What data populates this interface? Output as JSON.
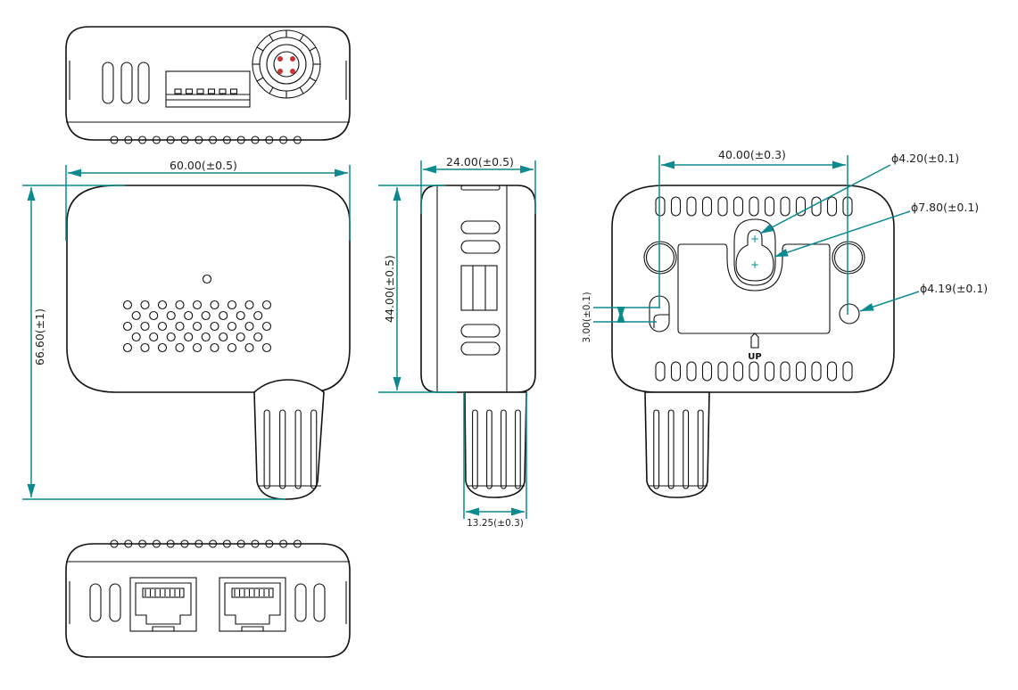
{
  "colors": {
    "dimension": "#0b8a8f",
    "outline": "#111111"
  },
  "dimensions": {
    "width": "60.00(±0.5)",
    "height": "66.60(±1)",
    "depth": "24.00(±0.5)",
    "body_height": "44.00(±0.5)",
    "probe_width": "13.25(±0.3)",
    "hole_spacing": "40.00(±0.3)",
    "keyhole_small": "ϕ4.20(±0.1)",
    "keyhole_large": "ϕ7.80(±0.1)",
    "mount_hole": "ϕ4.19(±0.1)",
    "slot_offset": "3.00(±0.1)"
  },
  "labels": {
    "up": "UP"
  }
}
